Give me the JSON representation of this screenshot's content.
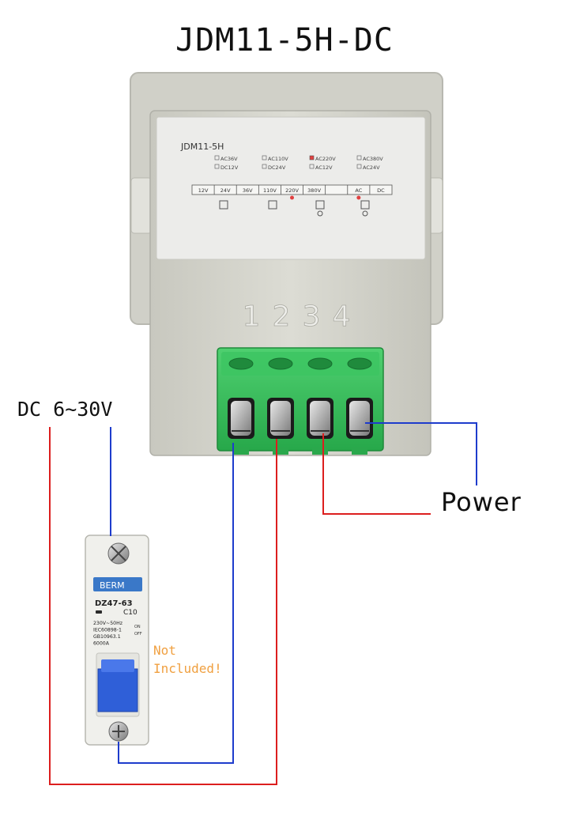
{
  "title": "JDM11-5H-DC",
  "labels": {
    "supply": "DC 6~30V",
    "power": "Power",
    "not_included": [
      "Not",
      "Included!"
    ]
  },
  "device": {
    "model_label": "JDM11-5H",
    "voltage_options": [
      "AC36V",
      "AC110V",
      "AC220V",
      "AC380V",
      "DC12V",
      "DC24V",
      "AC12V",
      "AC24V"
    ],
    "terminal_strip": [
      "12V",
      "24V",
      "36V",
      "110V",
      "220V",
      "380V",
      "",
      "AC",
      "DC"
    ],
    "terminal_numbers": [
      "1",
      "2",
      "3",
      "4"
    ]
  },
  "breaker": {
    "brand": "BERM",
    "model": "DZ47-63",
    "rating": "C10",
    "spec_lines": [
      "230V~50Hz",
      "IEC60898-1",
      "GB10963.1",
      "6000A"
    ],
    "switch_labels": [
      "ON",
      "OFF"
    ]
  },
  "colors": {
    "positive_wire": "#dc1e1e",
    "negative_wire": "#1e3ccc",
    "terminal_block": "#33c05c",
    "housing": "#d5d5cc",
    "breaker_label": "#3a78c8",
    "breaker_toggle": "#2f5fd8",
    "note_text": "#f0a040"
  }
}
